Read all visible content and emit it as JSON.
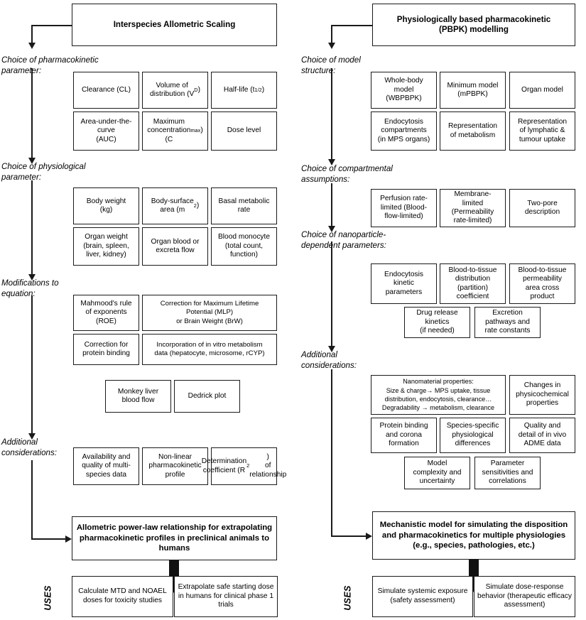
{
  "columns": [
    {
      "id": "allometric",
      "title": "Interspecies Allometric Scaling",
      "stages": [
        {
          "label": "Choice of  pharmacokinetic\nparameter:",
          "boxes": [
            "Clearance (CL)",
            "Volume of\ndistribution (V_D)",
            "Half-life (t_1/2)",
            "Area-under-the-\ncurve\n(AUC)",
            "Maximum\nconcentration\n(C_max)",
            "Dose level"
          ]
        },
        {
          "label": "Choice of physiological\nparameter:",
          "boxes": [
            "Body weight\n(kg)",
            "Body-surface\narea (m^2)",
            "Basal metabolic\nrate",
            "Organ weight\n(brain, spleen,\nliver, kidney)",
            "Organ blood or\nexcreta flow",
            "Blood monocyte\n(total count,\nfunction)"
          ]
        },
        {
          "label": "Modifications to\nequation:",
          "boxes": [
            "Mahmood's rule\nof exponents\n(ROE)",
            "Correction for Maximum Lifetime\nPotential (MLP)\nor Brain Weight (BrW)",
            "Correction for\nprotein binding",
            "Incorporation of in vitro metabolism\ndata (hepatocyte, microsome, rCYP)",
            "Monkey liver\nblood flow",
            "Dedrick plot"
          ]
        },
        {
          "label": "Additional\nconsiderations:",
          "boxes": [
            "Availability and\nquality of multi-\nspecies data",
            "Non-linear\npharmacokinetic\nprofile",
            "Determination\ncoefficient (R^2)\nof relationship"
          ]
        }
      ],
      "outcome": "Allometric power-law relationship for extrapolating\npharmacokinetic profiles in preclinical animals to\nhumans",
      "uses_label": "USES",
      "uses": [
        "Calculate MTD and NOAEL\ndoses for toxicity studies",
        "Extrapolate safe starting dose\nin humans for clinical phase 1\ntrials"
      ]
    },
    {
      "id": "pbpk",
      "title": "Physiologically based pharmacokinetic\n(PBPK) modelling",
      "stages": [
        {
          "label": "Choice of model\nstructure:",
          "boxes": [
            "Whole-body\nmodel\n(WBPBPK)",
            "Minimum model\n(mPBPK)",
            "Organ model",
            "Endocytosis\ncompartments\n(in MPS organs)",
            "Representation\nof metabolism",
            "Representation\nof lymphatic &\ntumour uptake"
          ]
        },
        {
          "label": "Choice of compartmental\nassumptions:",
          "boxes": [
            "Perfusion rate-\nlimited (Blood-\nflow-limited)",
            "Membrane-\nlimited\n(Permeability\nrate-limited)",
            "Two-pore\ndescription"
          ]
        },
        {
          "label": "Choice of nanoparticle-\ndependent parameters:",
          "boxes": [
            "Endocytosis\nkinetic\nparameters",
            "Blood-to-tissue\ndistribution\n(partition)\ncoefficient",
            "Blood-to-tissue\npermeability\narea cross\nproduct",
            "Drug release\nkinetics\n(if needed)",
            "Excretion\npathways and\nrate constants"
          ]
        },
        {
          "label": "Additional\nconsiderations:",
          "boxes": [
            "Nanomaterial properties:\nSize & charge→ MPS uptake, tissue\ndistribution, endocytosis, clearance…\nDegradability → metabolism, clearance",
            "Changes in\nphysicochemical\nproperties",
            "Protein binding\nand corona\nformation",
            "Species-specific\nphysiological\ndifferences",
            "Quality and\ndetail of in vivo\nADME data",
            "Model\ncomplexity and\nuncertainty",
            "Parameter\nsensitivities and\ncorrelations"
          ]
        }
      ],
      "outcome": "Mechanistic model for simulating the disposition\nand pharmacokinetics for multiple physiologies\n(e.g., species, pathologies, etc.)",
      "uses_label": "USES",
      "uses": [
        "Simulate systemic exposure\n(safety assessment)",
        "Simulate dose-response\nbehavior (therapeutic efficacy\nassessment)"
      ]
    }
  ],
  "colors": {
    "line": "#1a1a1a",
    "fill": "#ffffff",
    "text": "#000000"
  }
}
